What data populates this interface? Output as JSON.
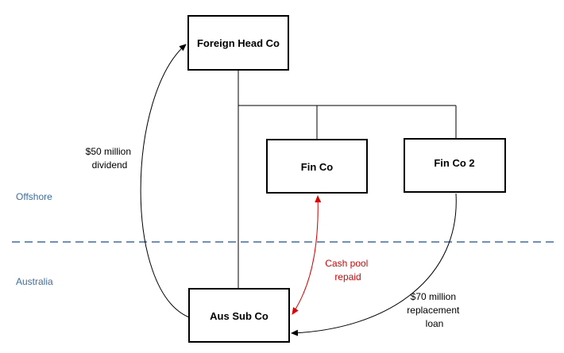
{
  "entities": {
    "foreign_head_co": "Foreign Head Co",
    "fin_co": "Fin Co",
    "fin_co_2": "Fin Co 2",
    "aus_sub_co": "Aus Sub Co"
  },
  "regions": {
    "offshore": "Offshore",
    "australia": "Australia"
  },
  "flows": {
    "dividend": [
      "$50 million",
      "dividend"
    ],
    "cash_pool": [
      "Cash pool",
      "repaid"
    ],
    "replacement_loan": [
      "$70 million",
      "replacement",
      "loan"
    ]
  },
  "colors": {
    "boundary": "#3a6fa8",
    "cash_pool_arrow": "#e00000",
    "ownership_line": "#000000"
  }
}
